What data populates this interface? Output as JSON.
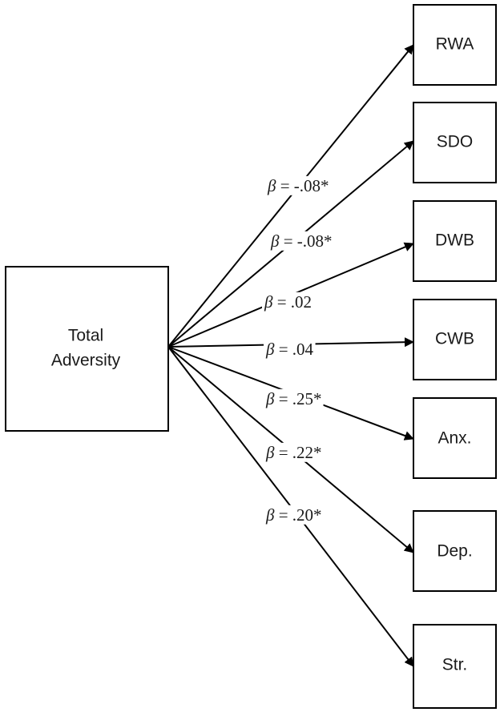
{
  "source": {
    "label_lines": [
      "Total",
      "Adversity"
    ]
  },
  "targets": [
    {
      "id": "rwa",
      "label": "RWA"
    },
    {
      "id": "sdo",
      "label": "SDO"
    },
    {
      "id": "dwb",
      "label": "DWB"
    },
    {
      "id": "cwb",
      "label": "CWB"
    },
    {
      "id": "anx",
      "label": "Anx."
    },
    {
      "id": "dep",
      "label": "Dep."
    },
    {
      "id": "str",
      "label": "Str."
    }
  ],
  "edges": [
    {
      "target": "rwa",
      "symbol": "β",
      "coefficient": " = -.08*"
    },
    {
      "target": "sdo",
      "symbol": "β",
      "coefficient": " = -.08*"
    },
    {
      "target": "dwb",
      "symbol": "β",
      "coefficient": " = .02"
    },
    {
      "target": "cwb",
      "symbol": "β",
      "coefficient": " = .04"
    },
    {
      "target": "anx",
      "symbol": "β",
      "coefficient": " = .25*"
    },
    {
      "target": "dep",
      "symbol": "β",
      "coefficient": " = .22*"
    },
    {
      "target": "str",
      "symbol": "β",
      "coefficient": " = .20*"
    }
  ],
  "colors": {
    "line": "#000000",
    "text": "#1a1a1a",
    "background": "#ffffff"
  }
}
